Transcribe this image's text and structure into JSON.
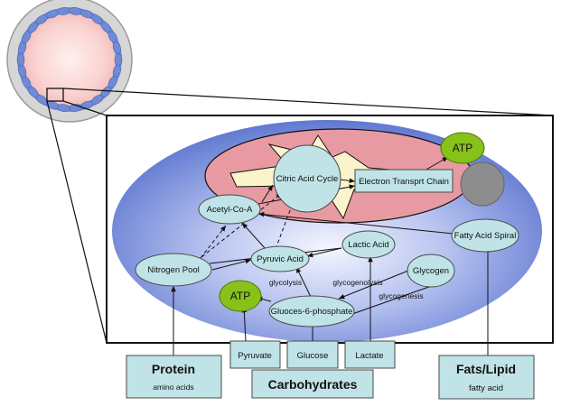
{
  "nodes": {
    "citric_acid_cycle": "Citric Acid Cycle",
    "electron_transport_chain": "Electron Transprt Chain",
    "atp_top": "ATP",
    "acetyl_coa": "Acetyl-Co-A",
    "fatty_acid_spiral": "Fatty Acid Spiral",
    "lactic_acid": "Lactic Acid",
    "nitrogen_pool": "Nitrogen Pool",
    "pyruvic_acid": "Pyruvic Acid",
    "glycogen": "Glycogen",
    "atp_bottom": "ATP",
    "glucose_6_phosphate": "Gluoces-6-phosphate"
  },
  "edge_labels": {
    "glycolysis": "glycolysis",
    "glycogenolysis": "glycogenolysis",
    "glycogenesis": "glycogenesis"
  },
  "sources": {
    "protein_title": "Protein",
    "protein_sub": "amino acids",
    "pyruvate": "Pyruvate",
    "glucose": "Glucose",
    "lactate": "Lactate",
    "carbohydrates": "Carbohydrates",
    "fats_title": "Fats/Lipid",
    "fats_sub": "fatty acid"
  },
  "colors": {
    "cell_blue": "#5f78d0",
    "mito_pink": "#e89aa2",
    "node_fill": "#bfe3e6",
    "atp_green": "#88c11a",
    "grey_body": "#8d8d8d"
  }
}
